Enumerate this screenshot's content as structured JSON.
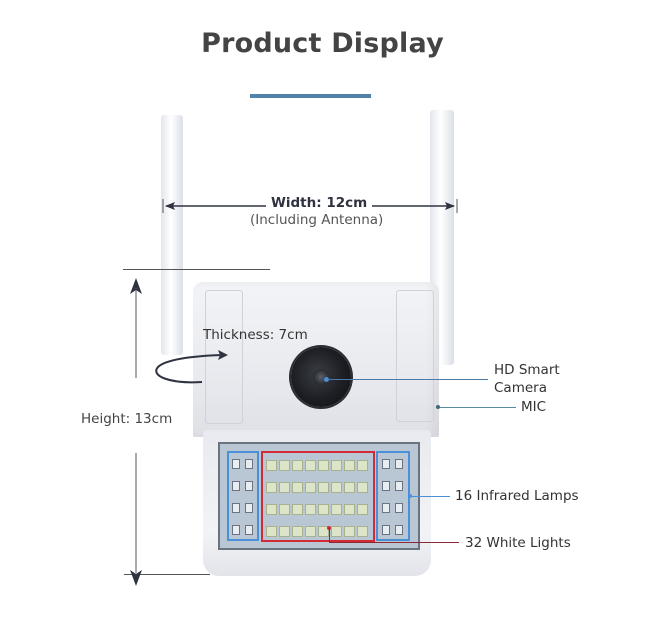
{
  "title": "Product Display",
  "accent_color": "#4f84a8",
  "dimensions": {
    "width_label": "Width: 12cm",
    "width_note": "(Including Antenna)",
    "height_label": "Height: 13cm",
    "thickness_label": "Thickness: 7cm"
  },
  "callouts": {
    "camera_line1": "HD Smart",
    "camera_line2": "Camera",
    "mic": "MIC",
    "infrared": "16 Infrared Lamps",
    "white_lights": "32 White Lights"
  },
  "colors": {
    "infrared_box": "#4a90d9",
    "white_light_box": "#d12c35",
    "callout_line": "#4a7aa8"
  }
}
